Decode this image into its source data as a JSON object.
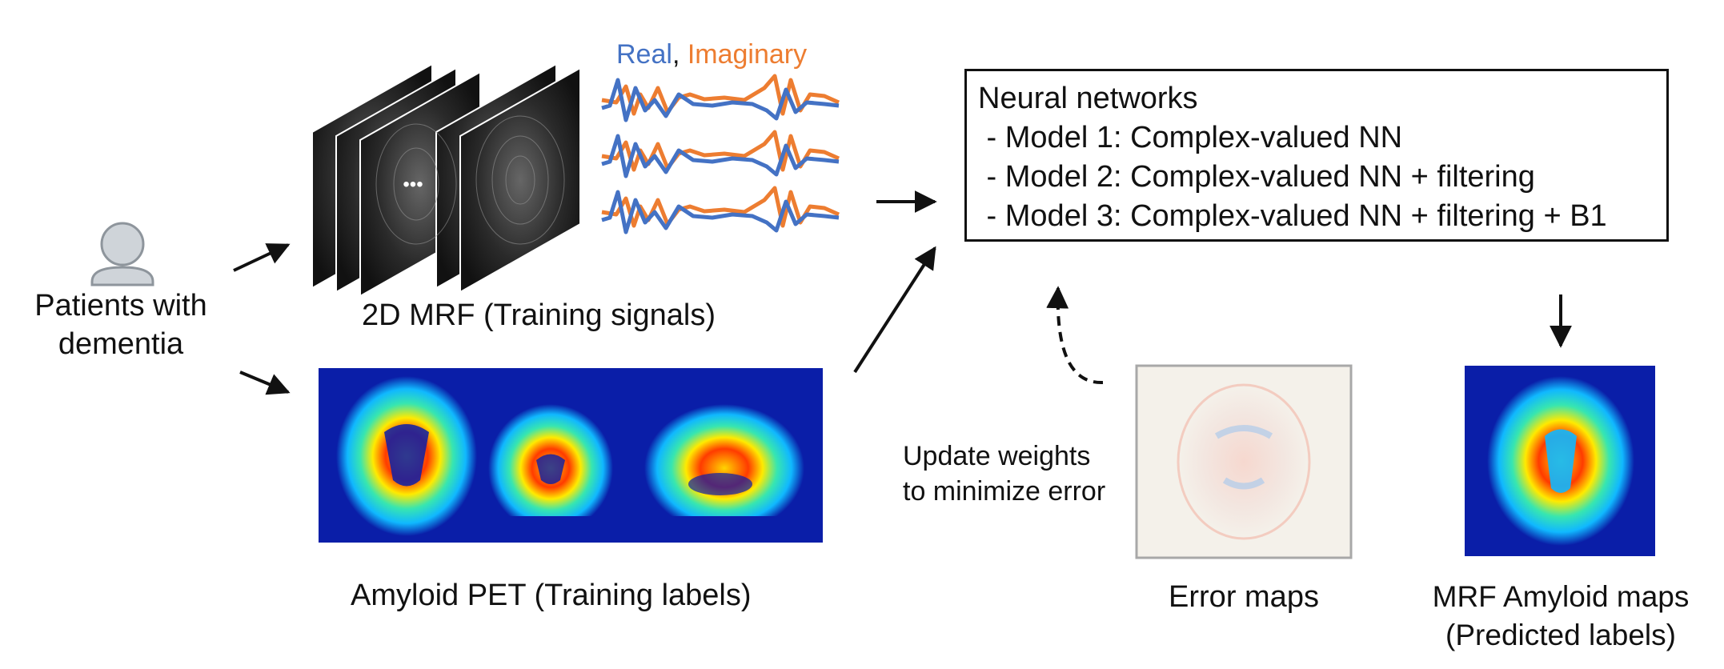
{
  "patient": {
    "label_line1": "Patients with",
    "label_line2": "dementia",
    "icon": "person-icon"
  },
  "mrf": {
    "caption": "2D MRF (Training signals)",
    "ellipsis": "•••",
    "legend": {
      "real": "Real",
      "separator": ", ",
      "imaginary": "Imaginary"
    }
  },
  "pet": {
    "caption": "Amyloid PET (Training labels)"
  },
  "neural_networks": {
    "title": "Neural networks",
    "models": [
      " - Model 1: Complex-valued NN",
      " - Model 2: Complex-valued NN + filtering",
      " - Model 3: Complex-valued NN + filtering + B1"
    ]
  },
  "update": {
    "line1": "Update weights",
    "line2": "to minimize error"
  },
  "error_maps": {
    "caption": "Error maps"
  },
  "predicted": {
    "caption_line1": "MRF Amyloid maps",
    "caption_line2": "(Predicted labels)"
  },
  "colors": {
    "real": "#4472c4",
    "imaginary": "#ed7d31",
    "pet_background": "#0a1ea8",
    "error_background": "#f4f1ea"
  }
}
